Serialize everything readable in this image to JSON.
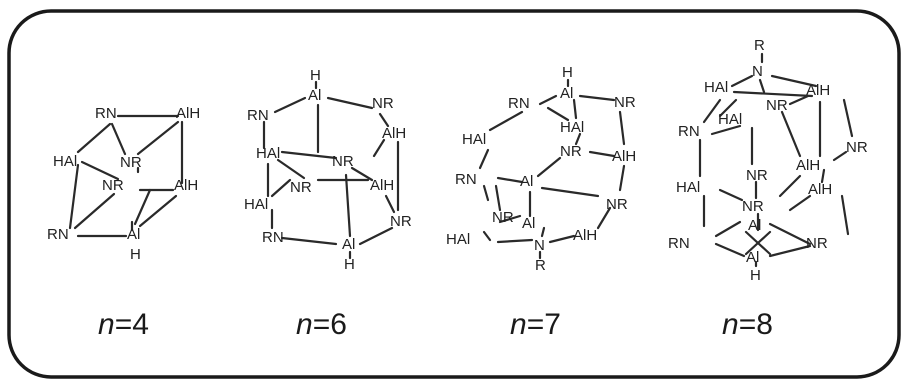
{
  "figure": {
    "structures": [
      {
        "id": "n4",
        "caption_var": "n",
        "caption_eq": "=4",
        "atoms": [
          "RN",
          "AlH",
          "HAl",
          "NR",
          "NR",
          "AlH",
          "RN",
          "Al",
          "H"
        ]
      },
      {
        "id": "n6",
        "caption_var": "n",
        "caption_eq": "=6",
        "atoms": [
          "H",
          "Al",
          "RN",
          "NR",
          "HAl",
          "AlH",
          "NR",
          "AlH",
          "HAl",
          "NR",
          "RN",
          "NR",
          "Al",
          "H"
        ]
      },
      {
        "id": "n7",
        "caption_var": "n",
        "caption_eq": "=7",
        "atoms": [
          "H",
          "RN",
          "Al",
          "NR",
          "HAl",
          "HAl",
          "NR",
          "AlH",
          "RN",
          "Al",
          "NR",
          "NR",
          "Al",
          "HAl",
          "N",
          "AlH",
          "R"
        ]
      },
      {
        "id": "n8",
        "caption_var": "n",
        "caption_eq": "=8",
        "atoms": [
          "R",
          "N",
          "HAl",
          "AlH",
          "NR",
          "HAl",
          "RN",
          "AlH",
          "NR",
          "NR",
          "HAl",
          "AlH",
          "NR",
          "RN",
          "Al",
          "NR",
          "Al",
          "H"
        ]
      }
    ]
  }
}
